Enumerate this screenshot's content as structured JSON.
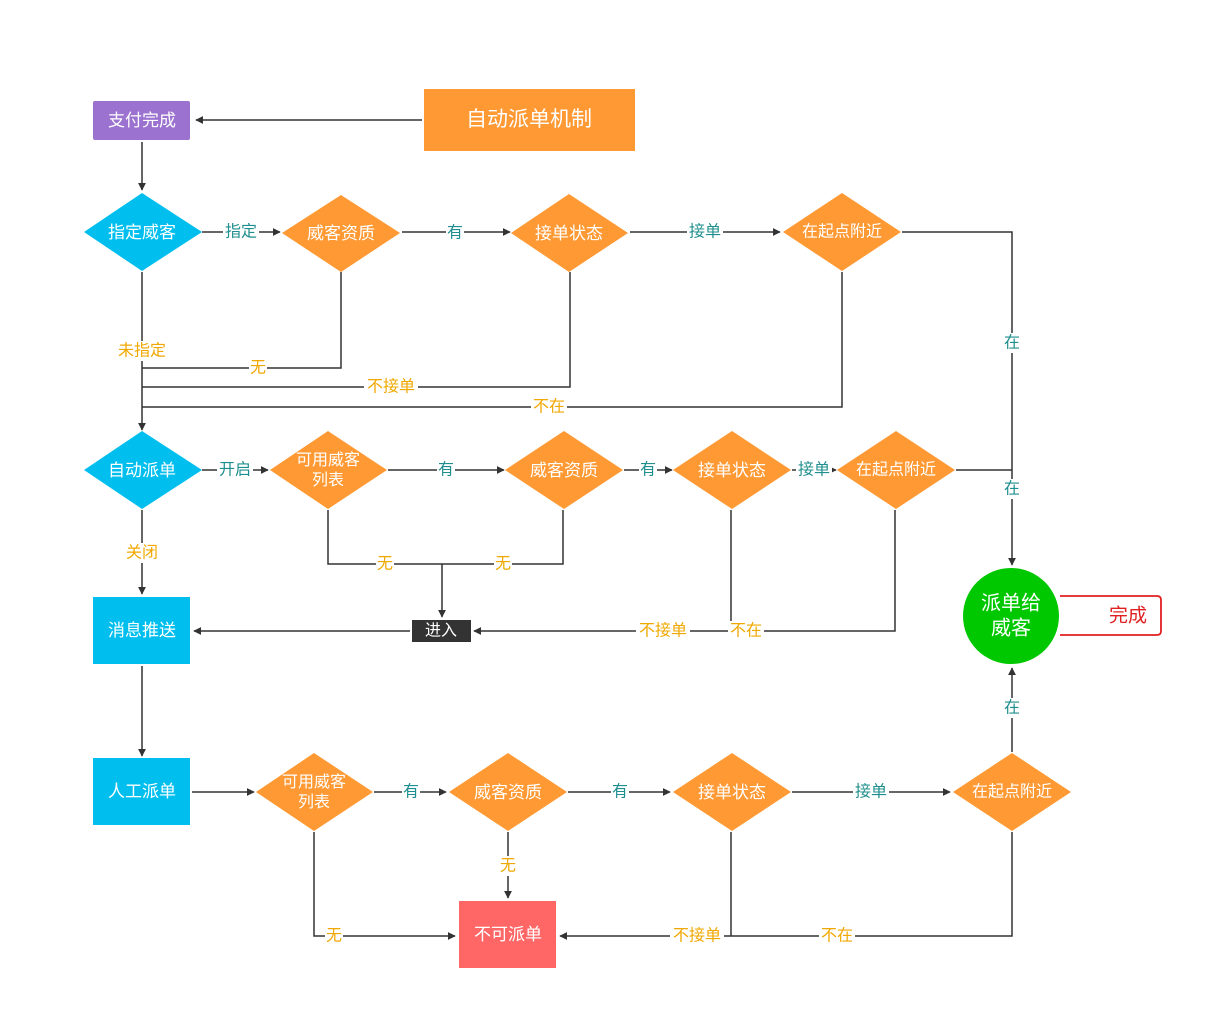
{
  "colors": {
    "orange": "#FF9933",
    "cyan": "#00BFEF",
    "purple": "#9B72CF",
    "green": "#00C800",
    "red_node": "#FF6666",
    "dark": "#333333",
    "label_yellow": "#F0A800",
    "label_teal": "#1F8E8E",
    "done_red": "#E02020"
  },
  "nodes": {
    "title": "自动派单机制",
    "pay_done": "支付完成",
    "designate_wk": "指定威客",
    "qualify_1": "威客资质",
    "accept_1": "接单状态",
    "near_1": "在起点附近",
    "auto_dispatch": "自动派单",
    "avail_list_2": "可用威客列表",
    "qualify_2": "威客资质",
    "accept_2": "接单状态",
    "near_2": "在起点附近",
    "msg_push": "消息推送",
    "enter": "进入",
    "manual": "人工派单",
    "avail_list_3": "可用威客列表",
    "qualify_3": "威客资质",
    "accept_3": "接单状态",
    "near_3": "在起点附近",
    "no_dispatch": "不可派单",
    "dispatch_to": "派单给威客",
    "done": "完成"
  },
  "labels": {
    "designated": "指定",
    "has_1": "有",
    "accept_1": "接单",
    "at_1": "在",
    "not_designated": "未指定",
    "none_1": "无",
    "no_accept_1": "不接单",
    "not_at_1": "不在",
    "open": "开启",
    "has_2a": "有",
    "has_2b": "有",
    "accept_2": "接单",
    "at_2": "在",
    "close": "关闭",
    "none_2a": "无",
    "none_2b": "无",
    "no_accept_2": "不接单",
    "not_at_2": "不在",
    "has_3a": "有",
    "has_3b": "有",
    "accept_3": "接单",
    "at_3": "在",
    "none_3a": "无",
    "none_3b": "无",
    "no_accept_3": "不接单",
    "not_at_3": "不在"
  }
}
